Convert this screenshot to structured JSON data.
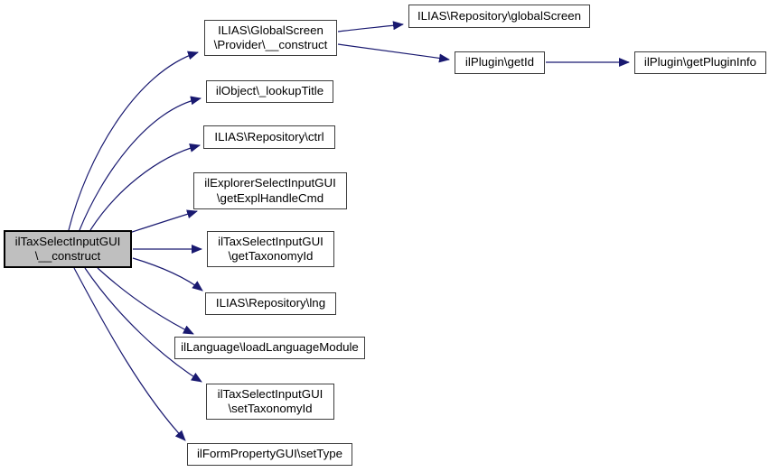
{
  "diagram": {
    "type": "call-graph",
    "background_color": "#ffffff",
    "edge_color": "#191970",
    "node_border_color": "#3d3d3d",
    "node_fill_color": "#ffffff",
    "highlighted_node_fill_color": "#bfbfbf",
    "nodes": {
      "main": {
        "label": "ilTaxSelectInputGUI\n\\__construct",
        "highlighted": true
      },
      "provider_construct": {
        "label": "ILIAS\\GlobalScreen\n\\Provider\\__construct"
      },
      "global_screen": {
        "label": "ILIAS\\Repository\\globalScreen"
      },
      "get_id": {
        "label": "ilPlugin\\getId"
      },
      "get_plugin_info": {
        "label": "ilPlugin\\getPluginInfo"
      },
      "lookup_title": {
        "label": "ilObject\\_lookupTitle"
      },
      "ctrl": {
        "label": "ILIAS\\Repository\\ctrl"
      },
      "expl_handle_cmd": {
        "label": "ilExplorerSelectInputGUI\n\\getExplHandleCmd"
      },
      "get_taxonomy_id": {
        "label": "ilTaxSelectInputGUI\n\\getTaxonomyId"
      },
      "lng": {
        "label": "ILIAS\\Repository\\lng"
      },
      "load_language_module": {
        "label": "ilLanguage\\loadLanguageModule"
      },
      "set_taxonomy_id": {
        "label": "ilTaxSelectInputGUI\n\\setTaxonomyId"
      },
      "set_type": {
        "label": "ilFormPropertyGUI\\setType"
      }
    },
    "edges": [
      {
        "from": "main",
        "to": "provider_construct"
      },
      {
        "from": "main",
        "to": "lookup_title"
      },
      {
        "from": "main",
        "to": "ctrl"
      },
      {
        "from": "main",
        "to": "expl_handle_cmd"
      },
      {
        "from": "main",
        "to": "get_taxonomy_id"
      },
      {
        "from": "main",
        "to": "lng"
      },
      {
        "from": "main",
        "to": "load_language_module"
      },
      {
        "from": "main",
        "to": "set_taxonomy_id"
      },
      {
        "from": "main",
        "to": "set_type"
      },
      {
        "from": "provider_construct",
        "to": "global_screen"
      },
      {
        "from": "provider_construct",
        "to": "get_id"
      },
      {
        "from": "get_id",
        "to": "get_plugin_info"
      }
    ]
  }
}
